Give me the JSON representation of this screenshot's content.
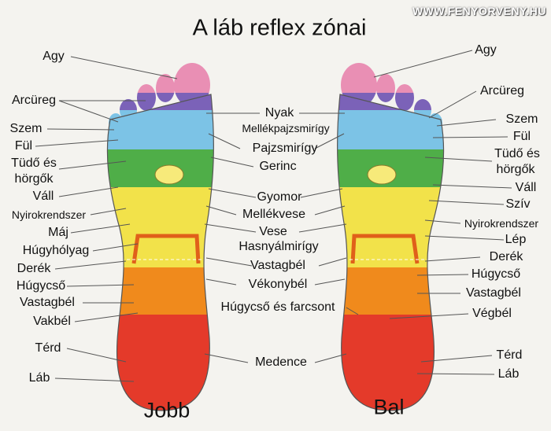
{
  "title": "A láb reflex zónai",
  "watermark": "WWW.FENYORVENY.HU",
  "feet": {
    "left": "Jobb",
    "right": "Bal"
  },
  "colors": {
    "pink": "#e98fb4",
    "purple": "#7b62b8",
    "blue": "#7cc3e6",
    "green": "#4fae48",
    "yellow": "#f2e24a",
    "orange": "#f08a1c",
    "red": "#e43a2a"
  },
  "left_labels": [
    "Agy",
    "Arcüreg",
    "Szem",
    "Fül",
    "Tüdő és",
    "hörgők",
    "Váll",
    "Nyirokrendszer",
    "Máj",
    "Húgyhólyag",
    "Derék",
    "Húgycső",
    "Vastagbél",
    "Vakbél",
    "Térd",
    "Láb"
  ],
  "center_labels": [
    "Nyak",
    "Mellékpajzsmirígy",
    "Pajzsmirígy",
    "Gerinc",
    "Gyomor",
    "Mellékvese",
    "Vese",
    "Hasnyálmirígy",
    "Vastagbél",
    "Vékonybél",
    "Húgycső és farcsont",
    "Medence"
  ],
  "right_labels": [
    "Agy",
    "Arcüreg",
    "Szem",
    "Fül",
    "Tüdő és",
    "hörgők",
    "Váll",
    "Szív",
    "Nyirokrendszer",
    "Lép",
    "Derék",
    "Húgycső",
    "Vastagbél",
    "Végbél",
    "Térd",
    "Láb"
  ]
}
